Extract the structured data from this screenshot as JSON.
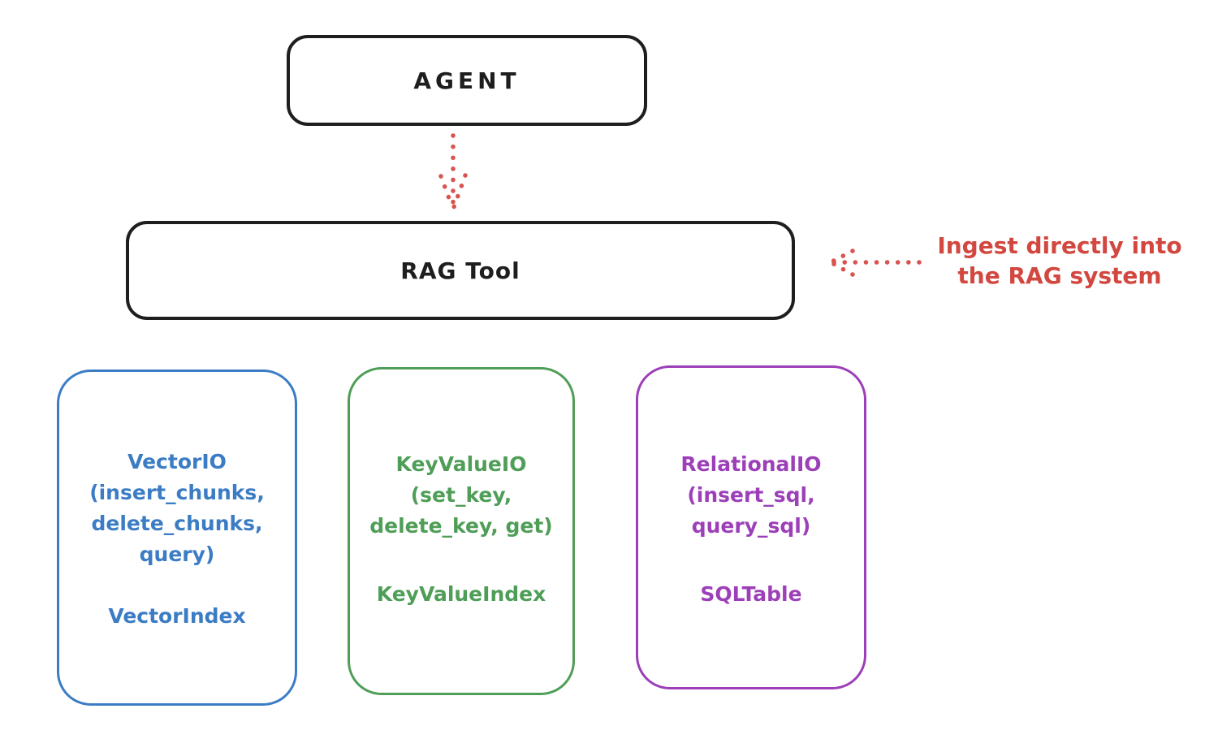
{
  "colors": {
    "ink": "#1e1e1e",
    "red": "#d2473f",
    "blue": "#3b7cc4",
    "green": "#4f9e57",
    "purple": "#9c3fb8",
    "background": "#ffffff"
  },
  "agent": {
    "label": "AGENT"
  },
  "rag_tool": {
    "label": "RAG Tool"
  },
  "annotation": {
    "line1": "Ingest directly into",
    "line2": "the RAG system"
  },
  "backends": [
    {
      "name": "VectorIO",
      "color": "#3b7cc4",
      "lines": [
        "VectorIO",
        "(insert_chunks,",
        "delete_chunks,",
        "query)"
      ],
      "index_label": "VectorIndex"
    },
    {
      "name": "KeyValueIO",
      "color": "#4f9e57",
      "lines": [
        "KeyValueIO",
        "(set_key,",
        "delete_key, get)"
      ],
      "index_label": "KeyValueIndex"
    },
    {
      "name": "RelationalIO",
      "color": "#9c3fb8",
      "lines": [
        "RelationalIO",
        "(insert_sql,",
        "query_sql)"
      ],
      "index_label": "SQLTable"
    }
  ]
}
